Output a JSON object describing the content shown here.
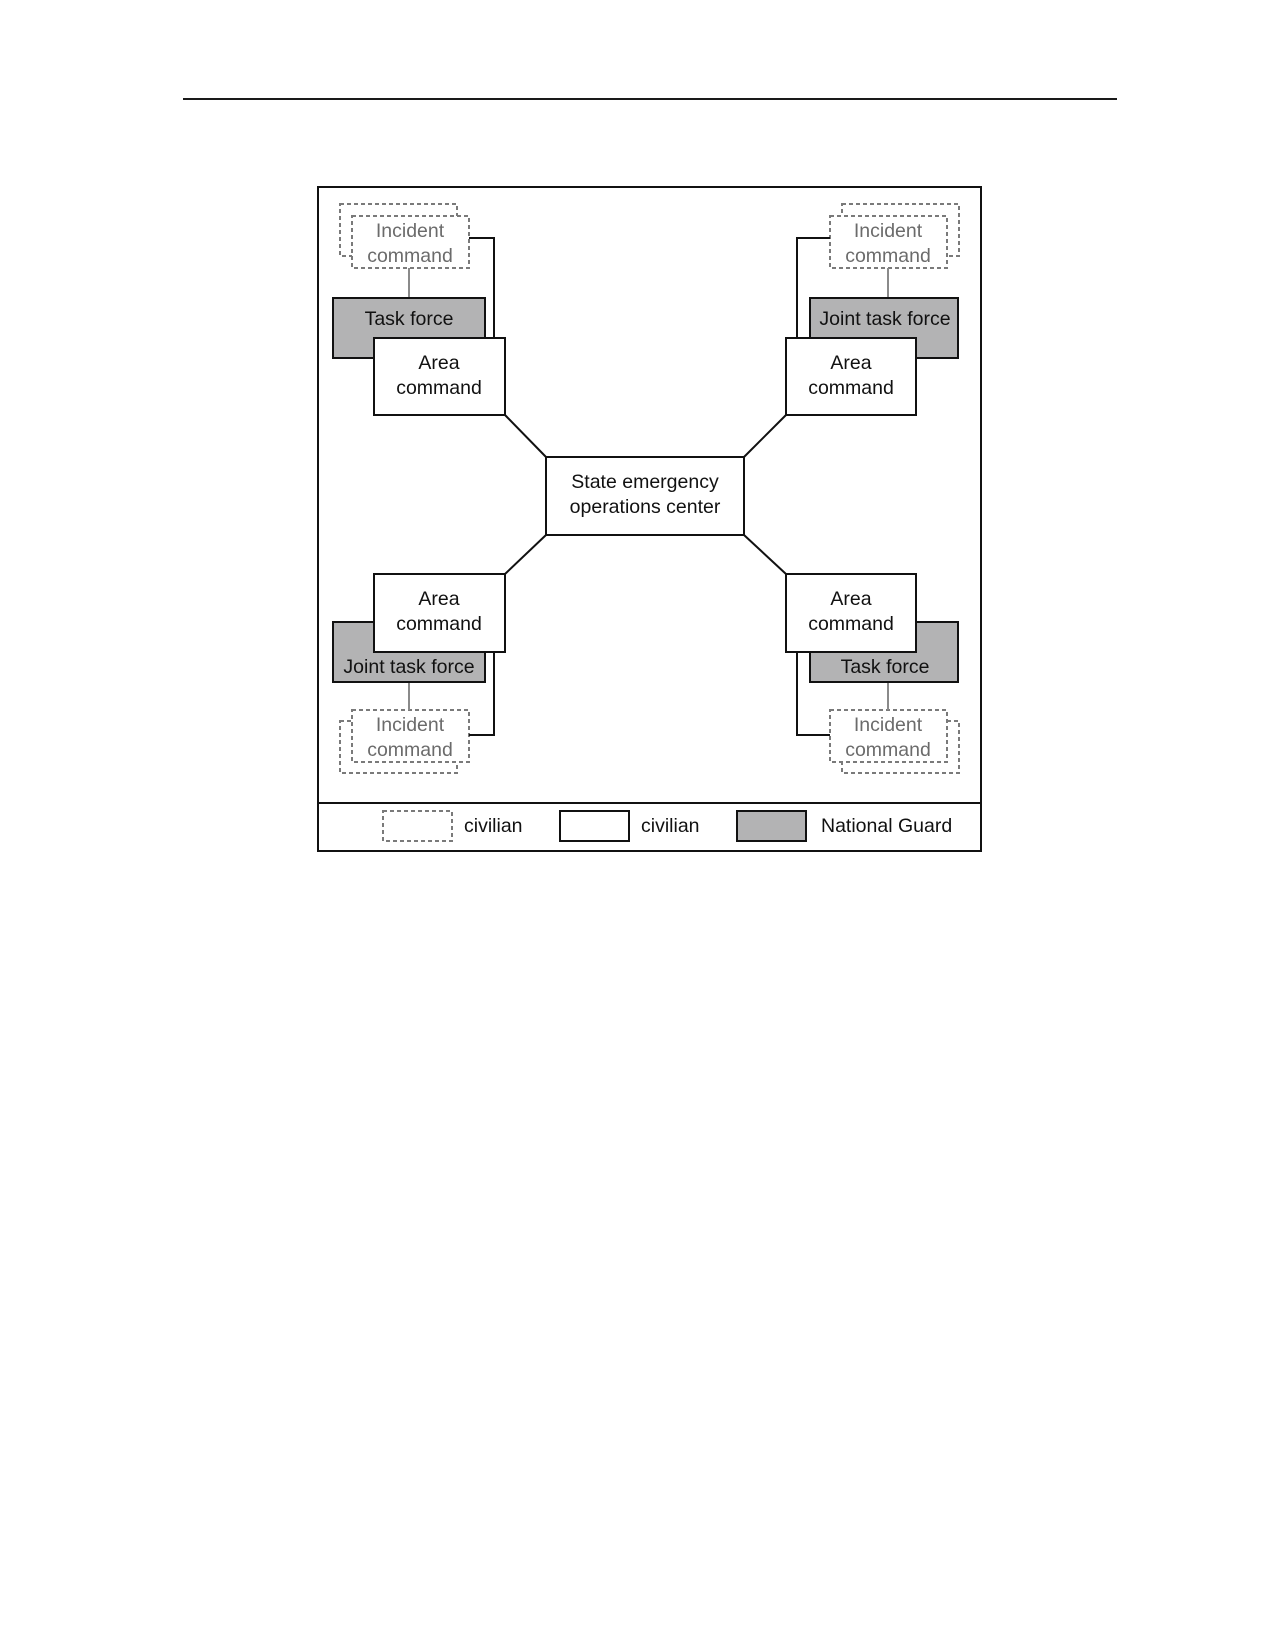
{
  "nodes": {
    "center": [
      "State emergency",
      "operations center"
    ],
    "area_command": [
      "Area",
      "command"
    ],
    "incident_command": [
      "Incident",
      "command"
    ],
    "task_force": "Task force",
    "joint_task_force": "Joint task force"
  },
  "legend": {
    "dashed_label": "civilian",
    "solid_label": "civilian",
    "gray_label": "National Guard"
  },
  "colors": {
    "national_guard_fill": "#b3b3b4",
    "civilian_fill": "#ffffff",
    "dashed_stroke": "#7a7a7a",
    "line": "#111111"
  }
}
